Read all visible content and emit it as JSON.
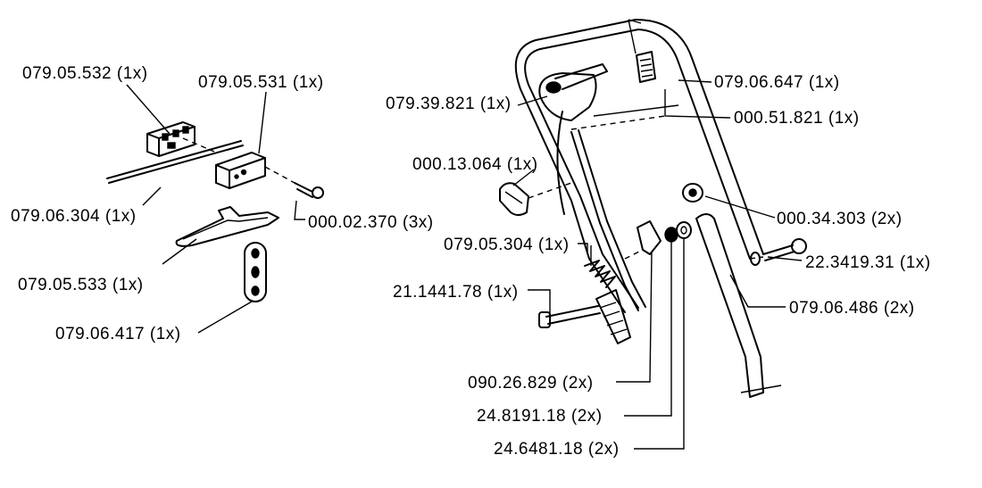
{
  "labels": {
    "p_079_05_532": "079.05.532 (1x)",
    "p_079_05_531": "079.05.531 (1x)",
    "p_079_06_304": "079.06.304 (1x)",
    "p_000_02_370": "000.02.370 (3x)",
    "p_079_05_533": "079.05.533 (1x)",
    "p_079_06_417": "079.06.417 (1x)",
    "p_079_39_821": "079.39.821 (1x)",
    "p_079_06_647": "079.06.647 (1x)",
    "p_000_51_821": "000.51.821 (1x)",
    "p_000_13_064": "000.13.064 (1x)",
    "p_000_34_303": "000.34.303 (2x)",
    "p_079_05_304": "079.05.304 (1x)",
    "p_22_3419_31": "22.3419.31 (1x)",
    "p_21_1441_78": "21.1441.78 (1x)",
    "p_079_06_486": "079.06.486 (2x)",
    "p_090_26_829": "090.26.829 (2x)",
    "p_24_8191_18": "24.8191.18 (2x)",
    "p_24_6481_18": "24.6481.18 (2x)"
  }
}
